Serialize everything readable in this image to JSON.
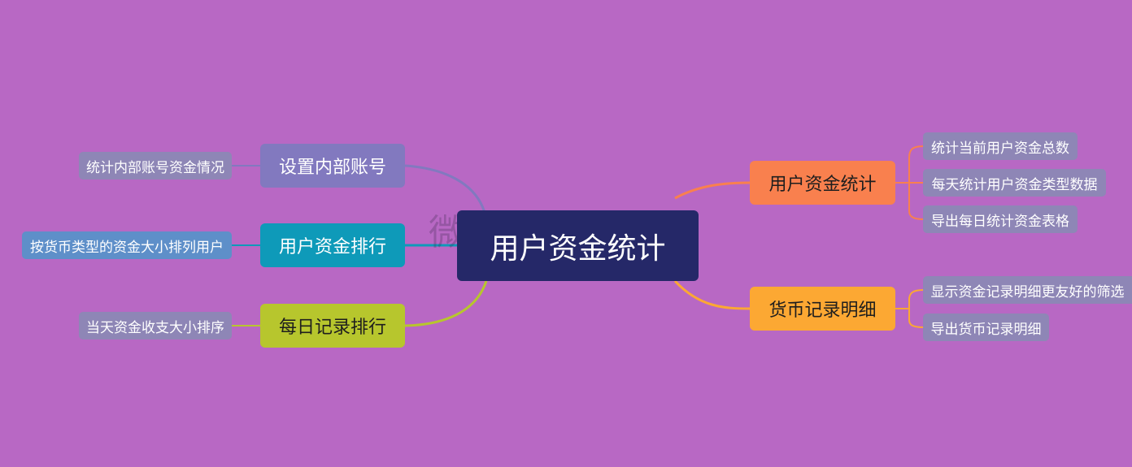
{
  "root": {
    "label": "用户资金统计",
    "color": "#252868"
  },
  "watermark": "微擎应用商城",
  "branches": {
    "set_internal_account": {
      "label": "设置内部账号",
      "color": "#8279bf",
      "leaves": [
        "统计内部账号资金情况"
      ]
    },
    "user_fund_ranking": {
      "label": "用户资金排行",
      "color": "#0e9ab9",
      "leaves": [
        "按货币类型的资金大小排列用户"
      ]
    },
    "daily_record_ranking": {
      "label": "每日记录排行",
      "color": "#b7c62d",
      "leaves": [
        "当天资金收支大小排序"
      ]
    },
    "user_fund_stats": {
      "label": "用户资金统计",
      "color": "#f9804e",
      "leaves": [
        "统计当前用户资金总数",
        "每天统计用户资金类型数据",
        "导出每日统计资金表格"
      ]
    },
    "currency_record_detail": {
      "label": "货币记录明细",
      "color": "#fca833",
      "leaves": [
        "显示资金记录明细更友好的筛选",
        "导出货币记录明细"
      ]
    }
  }
}
